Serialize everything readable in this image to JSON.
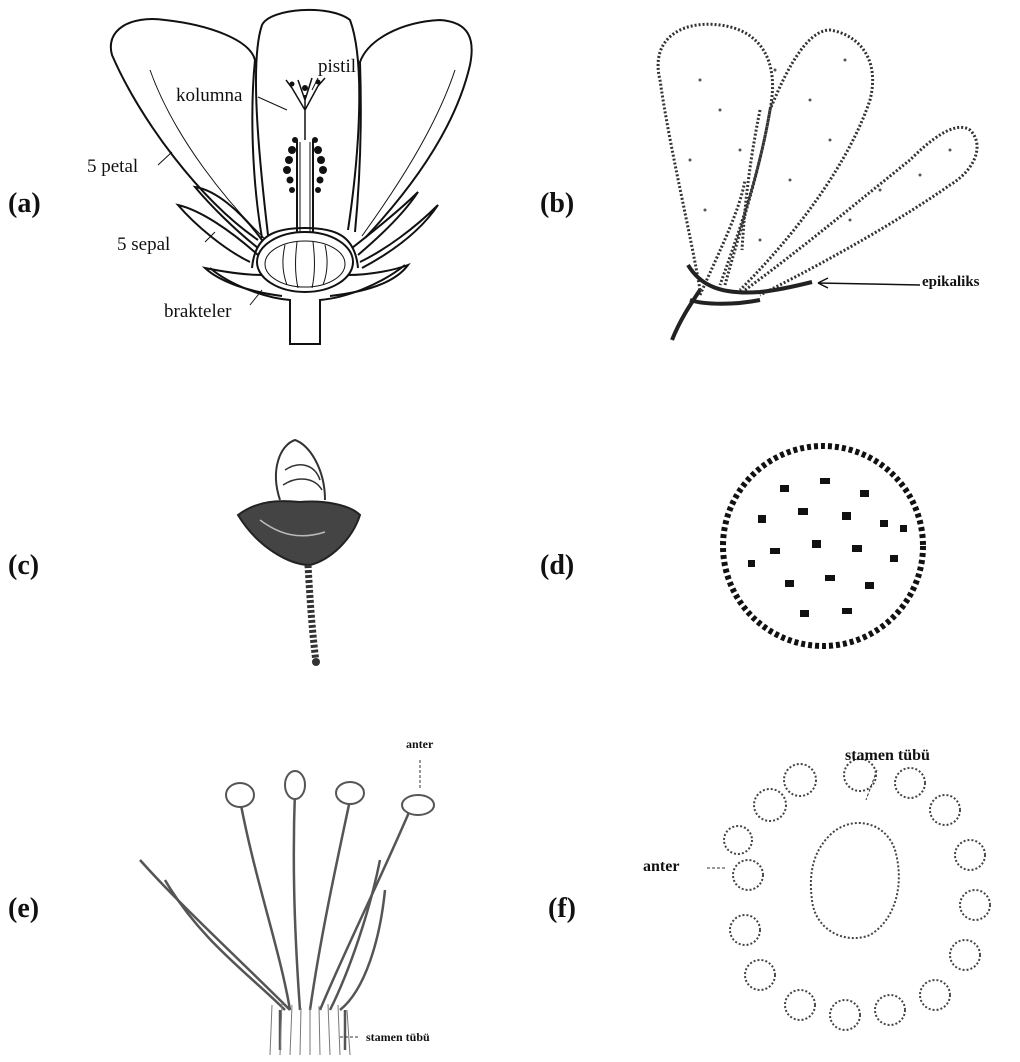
{
  "panels": {
    "a": {
      "letter": "(a)",
      "labels": {
        "pistil": "pistil",
        "kolumna": "kolumna",
        "petal": "5 petal",
        "sepal": "5 sepal",
        "brakteler": "brakteler"
      }
    },
    "b": {
      "letter": "(b)",
      "labels": {
        "epikaliks": "epikaliks"
      }
    },
    "c": {
      "letter": "(c)"
    },
    "d": {
      "letter": "(d)"
    },
    "e": {
      "letter": "(e)",
      "labels": {
        "anter": "anter",
        "stamen_tubu": "stamen tübü"
      }
    },
    "f": {
      "letter": "(f)",
      "labels": {
        "stamen_tubu": "stamen tübü",
        "anter": "anter"
      }
    }
  },
  "colors": {
    "ink": "#111111",
    "stipple": "#333333",
    "background": "#ffffff"
  }
}
